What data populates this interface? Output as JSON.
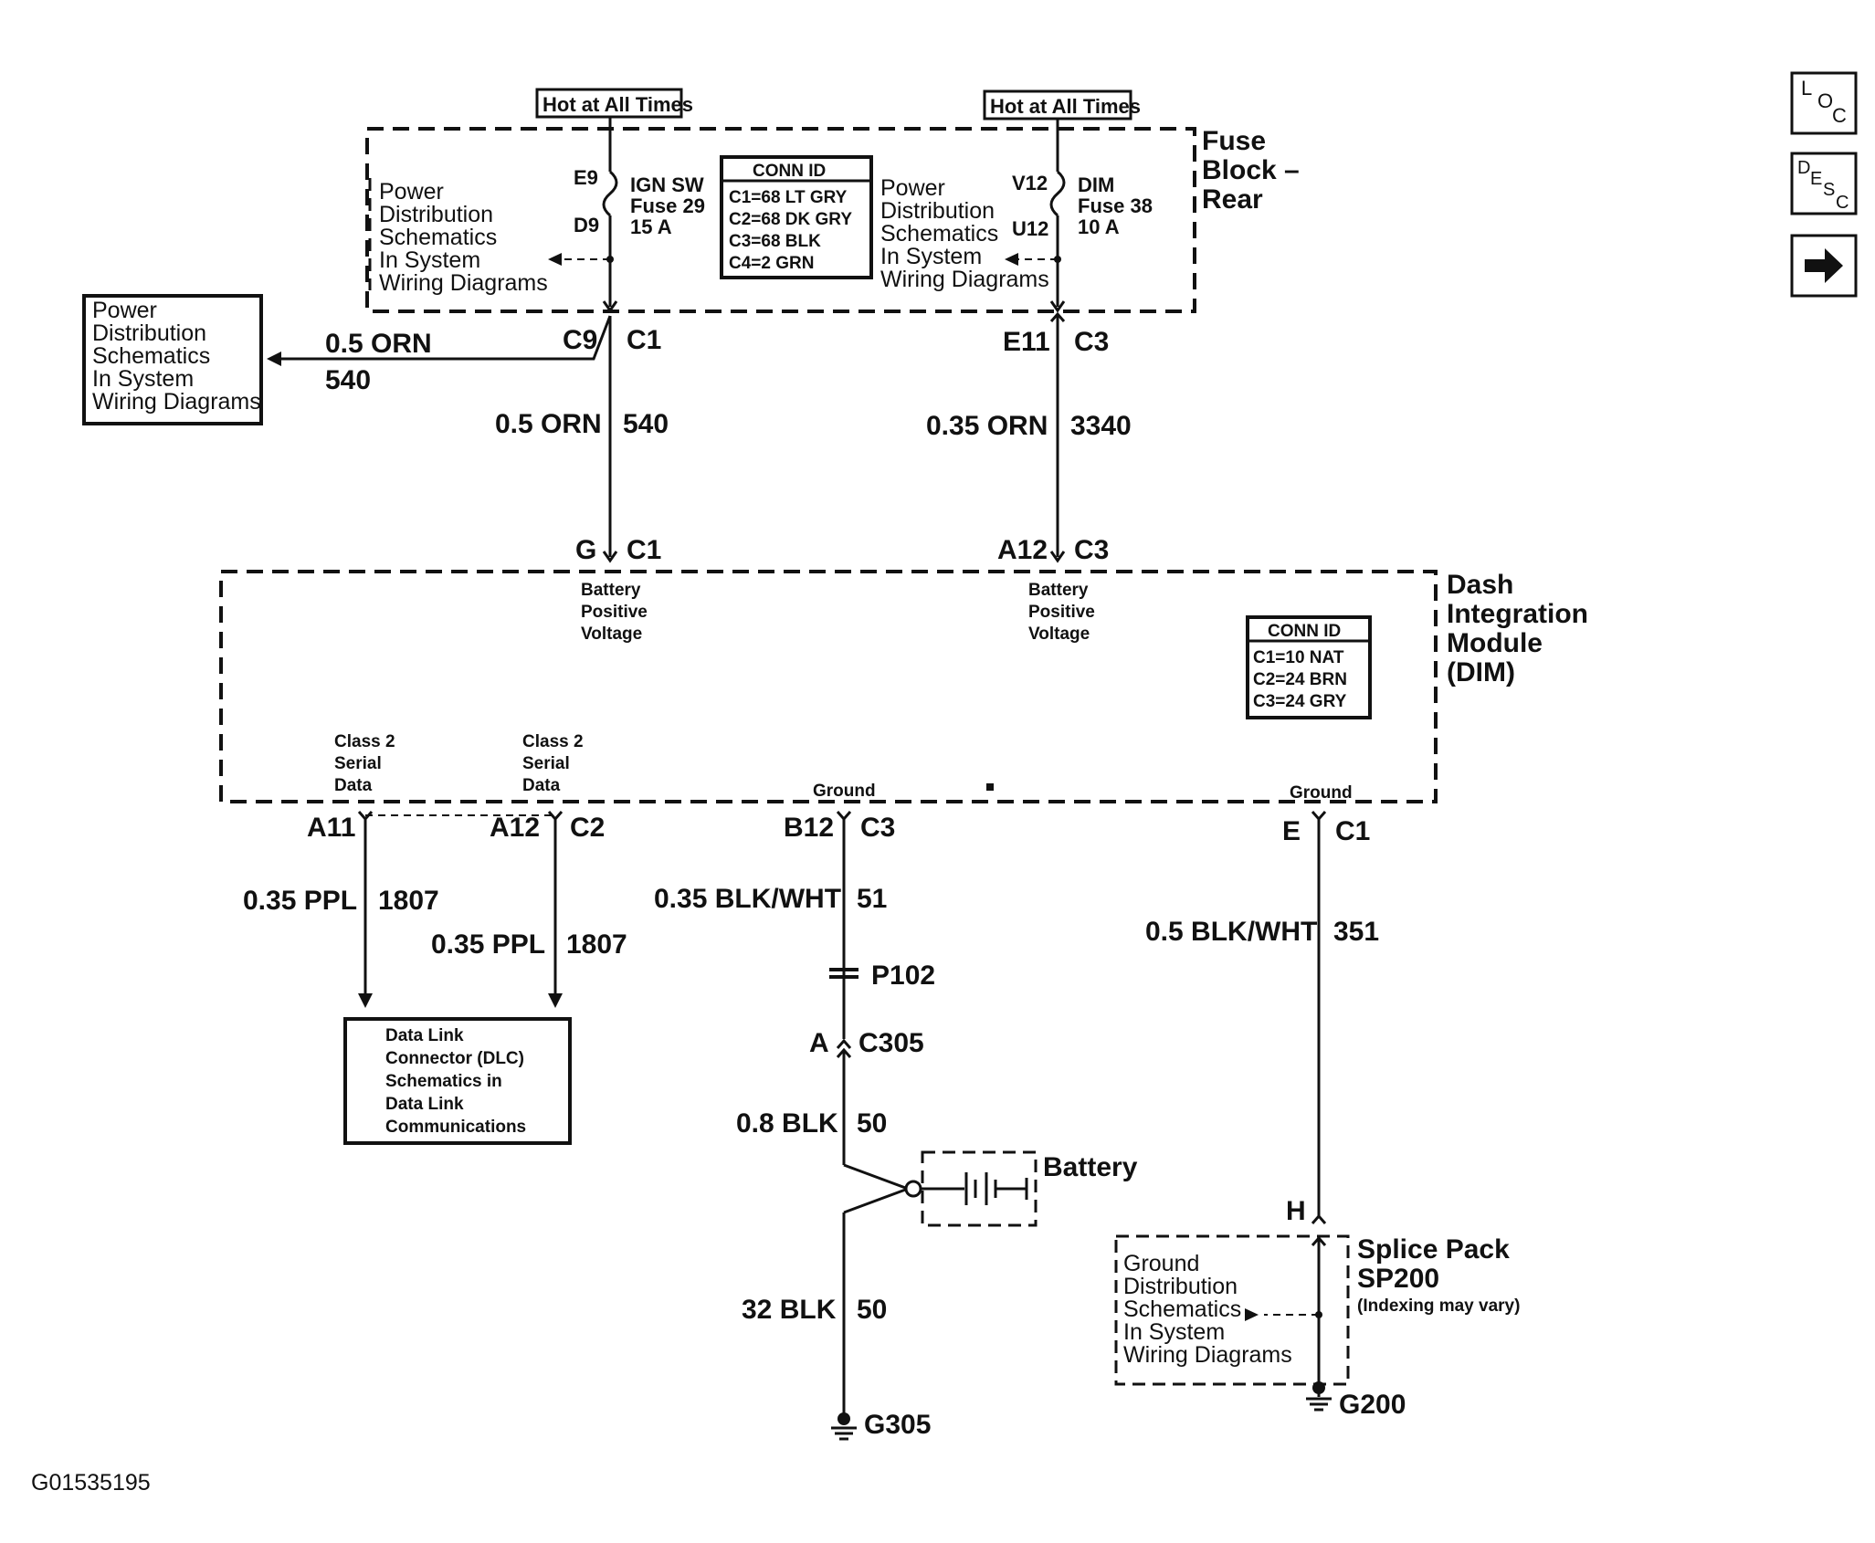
{
  "hot_labels": {
    "left": "Hot at All Times",
    "right": "Hot at All Times"
  },
  "fuse_block": {
    "title_lines": [
      "Fuse",
      "Block –",
      "Rear"
    ]
  },
  "fuse_left": {
    "pin_top": "E9",
    "pin_bottom": "D9",
    "name_lines": [
      "IGN SW",
      "Fuse 29",
      "15 A"
    ]
  },
  "fuse_right": {
    "pin_top": "V12",
    "pin_bottom": "U12",
    "name_lines": [
      "DIM",
      "Fuse 38",
      "10 A"
    ]
  },
  "power_dist_lines": [
    "Power",
    "Distribution",
    "Schematics",
    "In System",
    "Wiring Diagrams"
  ],
  "fuse_conn_id": {
    "header": "CONN ID",
    "rows": [
      "C1=68 LT GRY",
      "C2=68 DK GRY",
      "C3=68 BLK",
      "C4=2 GRN"
    ]
  },
  "left_branch": {
    "pin": "C9",
    "conn": "C1",
    "wire": "0.5 ORN",
    "circuit": "540"
  },
  "wire_540": {
    "wire": "0.5 ORN",
    "circuit": "540"
  },
  "fuse_out_right": {
    "pin": "E11",
    "conn": "C3"
  },
  "wire_3340": {
    "wire": "0.35 ORN",
    "circuit": "3340"
  },
  "dim_in_left": {
    "pin": "G",
    "conn": "C1",
    "label_lines": [
      "Battery",
      "Positive",
      "Voltage"
    ]
  },
  "dim_in_right": {
    "pin": "A12",
    "conn": "C3",
    "label_lines": [
      "Battery",
      "Positive",
      "Voltage"
    ]
  },
  "dim": {
    "title_lines": [
      "Dash",
      "Integration",
      "Module",
      "(DIM)"
    ]
  },
  "dim_conn_id": {
    "header": "CONN ID",
    "rows": [
      "C1=10 NAT",
      "C2=24 BRN",
      "C3=24 GRY"
    ]
  },
  "class2_label_lines": [
    "Class 2",
    "Serial",
    "Data"
  ],
  "ground_label": "Ground",
  "dim_out_a11": {
    "pin": "A11",
    "wire": "0.35 PPL",
    "circuit": "1807"
  },
  "dim_out_a12": {
    "pin": "A12",
    "conn": "C2",
    "wire": "0.35 PPL",
    "circuit": "1807"
  },
  "dlc_lines": [
    "Data Link",
    "Connector (DLC)",
    "Schematics in",
    "Data Link",
    "Communications"
  ],
  "dim_out_b12": {
    "pin": "B12",
    "conn": "C3",
    "wire": "0.35 BLK/WHT",
    "circuit": "51"
  },
  "splice_p102": "P102",
  "c305": {
    "pin": "A",
    "conn": "C305",
    "wire": "0.8 BLK",
    "circuit": "50"
  },
  "battery_label": "Battery",
  "wire_32blk": {
    "wire": "32 BLK",
    "circuit": "50"
  },
  "g305": "G305",
  "dim_out_e": {
    "pin": "E",
    "conn": "C1",
    "wire": "0.5 BLK/WHT",
    "circuit": "351"
  },
  "splice_pack": {
    "pin": "H",
    "title_lines": [
      "Splice Pack",
      "SP200"
    ],
    "note": "(Indexing may vary)"
  },
  "ground_dist_lines": [
    "Ground",
    "Distribution",
    "Schematics",
    "In System",
    "Wiring Diagrams"
  ],
  "g200": "G200",
  "figure_id": "G01535195",
  "nav": {
    "loc": [
      "L",
      "O",
      "C"
    ],
    "desc": [
      "D",
      "E",
      "S",
      "C"
    ],
    "next_icon": "right-arrow-icon"
  }
}
